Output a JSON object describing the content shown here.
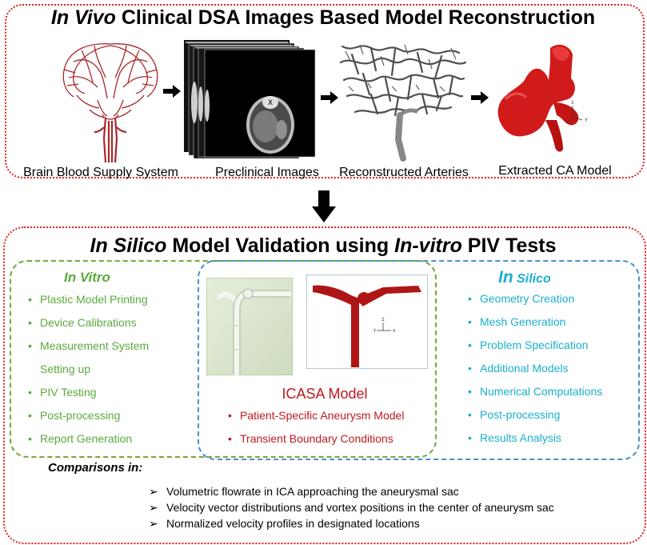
{
  "top": {
    "title_italic": "In Vivo",
    "title_rest": " Clinical DSA Images Based Model Reconstruction",
    "steps": [
      {
        "caption": "Brain Blood Supply System"
      },
      {
        "caption": "Preclinical Images"
      },
      {
        "caption": "Reconstructed Arteries"
      },
      {
        "caption": "Extracted CA Model"
      }
    ]
  },
  "bottom": {
    "title_part1_italic": "In Silico",
    "title_part2": " Model Validation using ",
    "title_part3_italic": "In-vitro",
    "title_part4": " PIV Tests",
    "in_vitro": {
      "heading": "In Vitro",
      "items": [
        "Plastic Model Printing",
        "Device Calibrations",
        "Measurement System",
        "Setting up",
        "PIV Testing",
        "Post-processing",
        "Report Generation"
      ]
    },
    "in_silico": {
      "heading_big": "In",
      "heading_small": " Silico",
      "items": [
        "Geometry Creation",
        "Mesh Generation",
        "Problem Specification",
        "Additional Models",
        "Numerical Computations",
        "Post-processing",
        "Results Analysis"
      ]
    },
    "icasa": {
      "title": "ICASA Model",
      "items": [
        "Patient-Specific  Aneurysm Model",
        "Transient Boundary Conditions"
      ]
    },
    "comparisons": {
      "title": "Comparisons in:",
      "items": [
        "Volumetric flowrate in ICA approaching the aneurysmal sac",
        "Velocity vector distributions and vortex positions in the center of aneurysm sac",
        "Normalized velocity profiles in designated locations"
      ]
    }
  },
  "colors": {
    "red_border": "#e0201a",
    "green": "#5aaa3c",
    "cyan": "#1ab0cc",
    "blue_border": "#4a90c8",
    "dark_red": "#c0191e"
  }
}
